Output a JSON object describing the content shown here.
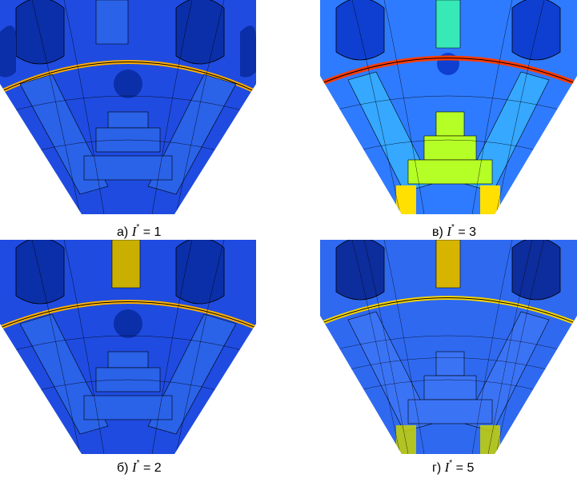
{
  "panels": [
    {
      "id": "a",
      "label": "а)",
      "symbol": "I",
      "superscript": "*",
      "relation": "=",
      "value": "1",
      "palette": {
        "base": "#1f4be0",
        "dark": "#0b2fa8",
        "slot": "#2a62e8",
        "hot": "#ffae00",
        "light": "#3d82ff"
      }
    },
    {
      "id": "v",
      "label": "в)",
      "symbol": "I",
      "superscript": "*",
      "relation": "=",
      "value": "3",
      "palette": {
        "base": "#2f7bff",
        "dark": "#0f3fd0",
        "slot": "#36a8ff",
        "hot": "#ff3b00",
        "light": "#37e9b7"
      }
    },
    {
      "id": "b",
      "label": "б)",
      "symbol": "I",
      "superscript": "*",
      "relation": "=",
      "value": "2",
      "palette": {
        "base": "#1f4be0",
        "dark": "#0b2fa8",
        "slot": "#2a62e8",
        "hot": "#ffb100",
        "light": "#2f78ff"
      }
    },
    {
      "id": "g",
      "label": "г)",
      "symbol": "I",
      "superscript": "*",
      "relation": "=",
      "value": "5",
      "palette": {
        "base": "#2f69f0",
        "dark": "#0e2d9c",
        "slot": "#3b73f5",
        "hot": "#f7d400",
        "light": "#57a0ff"
      }
    }
  ]
}
